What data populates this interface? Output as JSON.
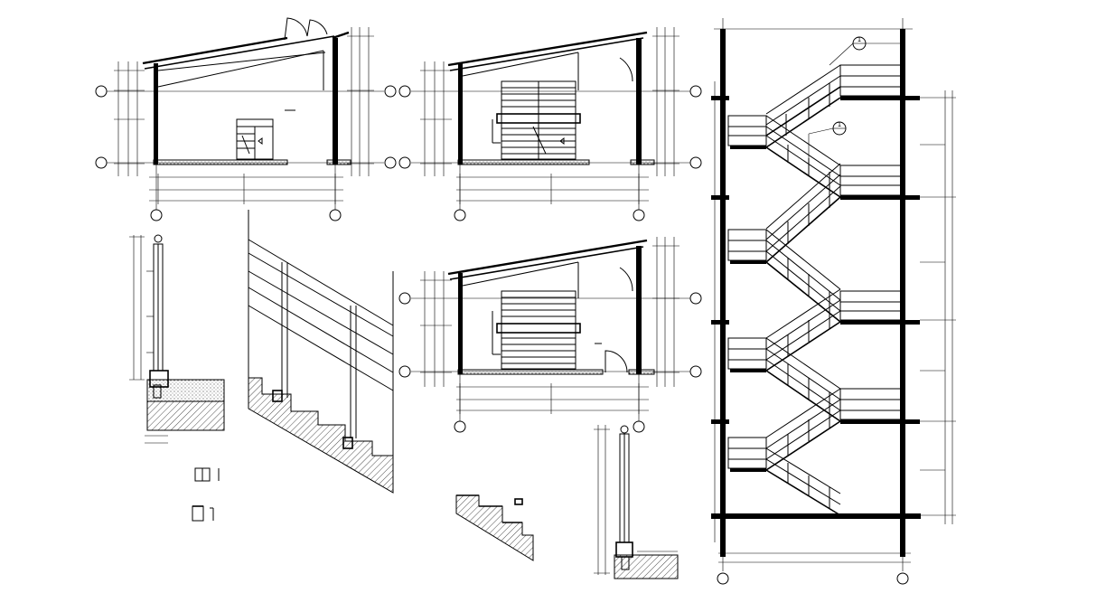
{
  "drawing": {
    "views": [
      {
        "id": "plan-ground",
        "kind": "stair plan"
      },
      {
        "id": "plan-typical",
        "kind": "stair plan"
      },
      {
        "id": "plan-top",
        "kind": "stair plan"
      },
      {
        "id": "section-stair",
        "kind": "building section"
      },
      {
        "id": "detail-railing-1",
        "kind": "railing detail"
      },
      {
        "id": "detail-stair-1",
        "kind": "stair detail"
      },
      {
        "id": "detail-railing-2",
        "kind": "railing detail"
      },
      {
        "id": "detail-stair-2",
        "kind": "stair detail"
      }
    ],
    "section_callouts": [
      "1",
      "1"
    ],
    "floors_in_section": 5
  },
  "colors": {
    "line": "#000000",
    "paper": "#ffffff"
  }
}
